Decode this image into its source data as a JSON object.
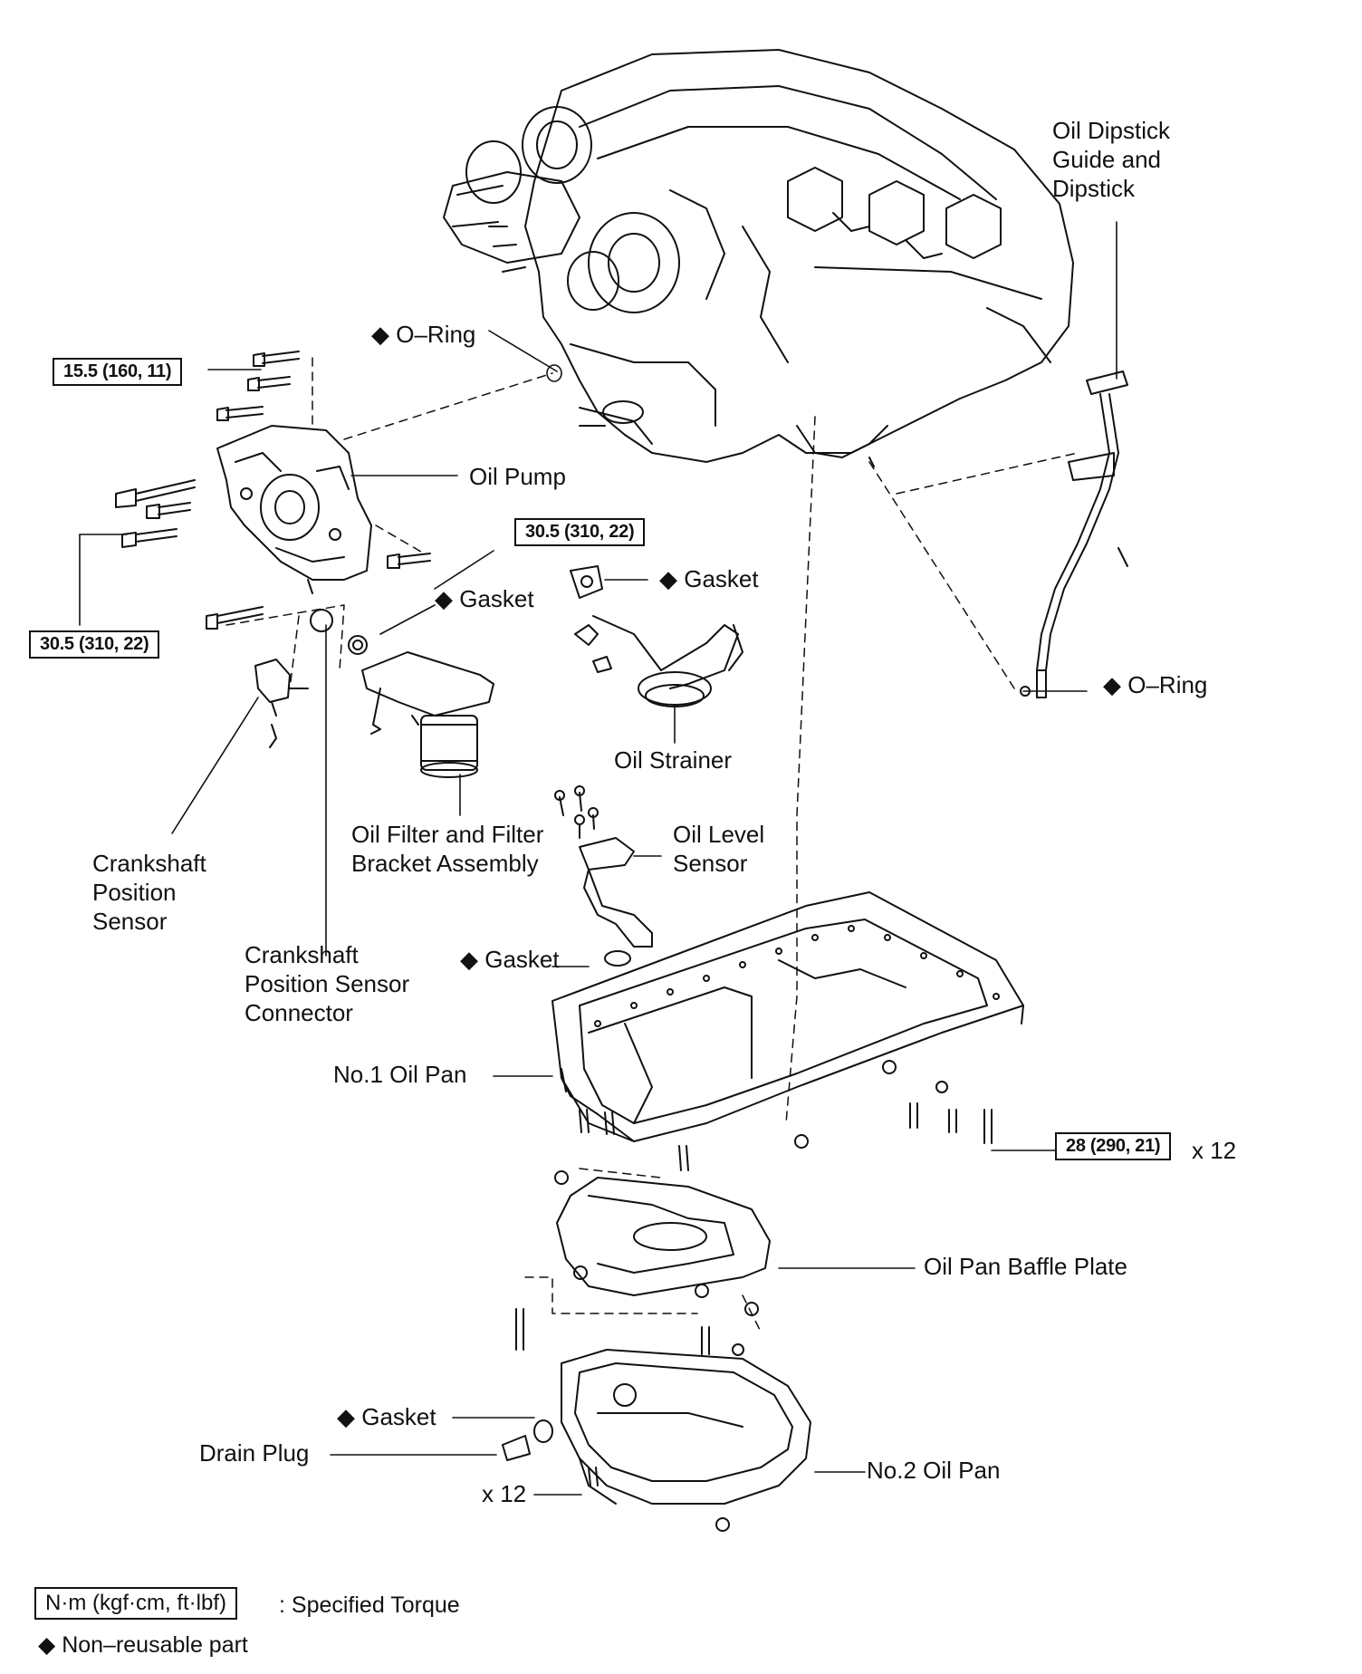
{
  "diamond": "◆",
  "labels": {
    "o_ring_top": "O–Ring",
    "oil_dipstick": "Oil Dipstick\nGuide and\nDipstick",
    "oil_pump": "Oil Pump",
    "gasket_filter": "Gasket",
    "gasket_strainer": "Gasket",
    "o_ring_dipstick": "O–Ring",
    "oil_strainer": "Oil Strainer",
    "oil_level_sensor": "Oil Level\nSensor",
    "oil_filter_bracket": "Oil Filter and Filter\nBracket Assembly",
    "crankshaft_sensor": "Crankshaft\nPosition\nSensor",
    "crankshaft_connector": "Crankshaft\nPosition Sensor\nConnector",
    "gasket_level": "Gasket",
    "no1_oil_pan": "No.1 Oil Pan",
    "baffle_plate": "Oil Pan Baffle Plate",
    "gasket_drain": "Gasket",
    "drain_plug": "Drain Plug",
    "no2_oil_pan": "No.2 Oil Pan",
    "x12_no1": "x 12",
    "x12_no2": "x 12"
  },
  "torque": {
    "pump_top": "15.5 (160, 11)",
    "pump_right": "30.5 (310, 22)",
    "pump_left": "30.5 (310, 22)",
    "no1_pan": "28 (290, 21)"
  },
  "legend": {
    "unit": "N·m (kgf·cm, ft·lbf)",
    "unit_desc": ": Specified Torque",
    "nonreusable": "Non–reusable part"
  }
}
